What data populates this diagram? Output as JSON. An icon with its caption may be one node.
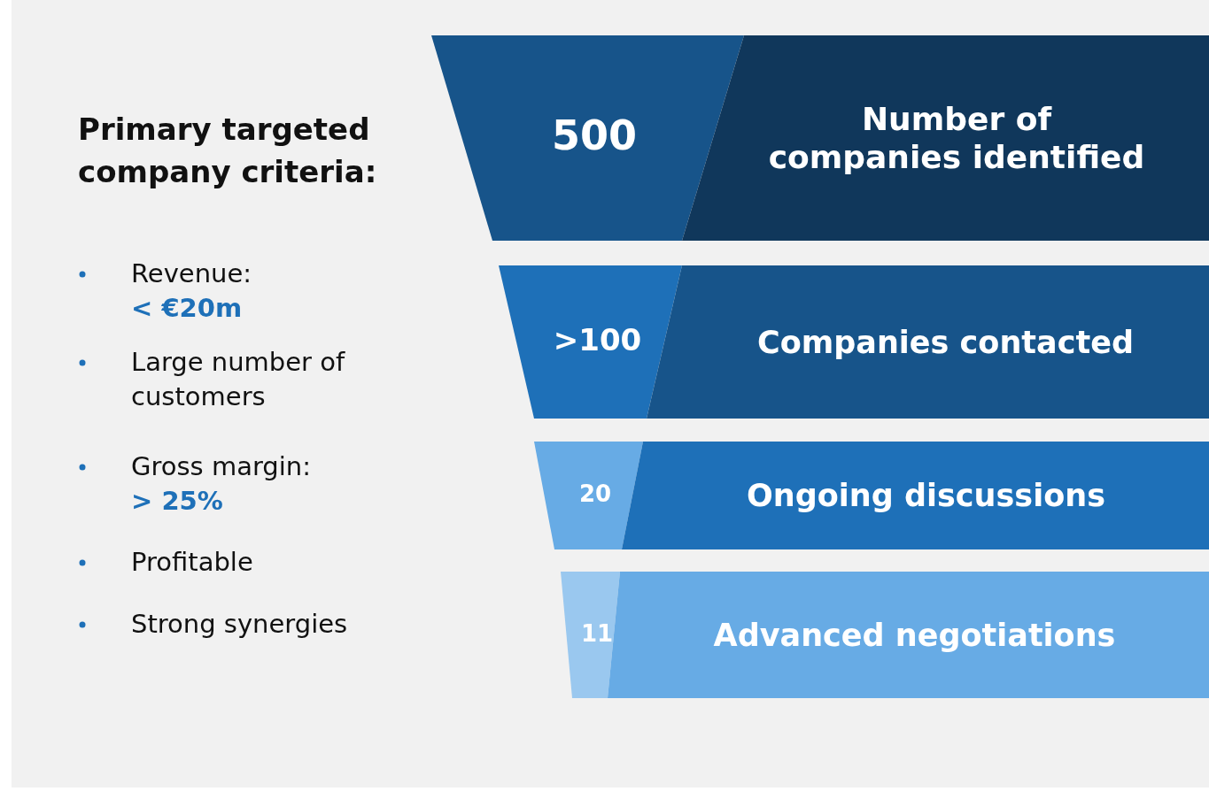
{
  "diagram": {
    "title": "Primary targeted company criteria:",
    "nodes": [
      {
        "text": [
          "500",
          "Number of companies identified"
        ]
      },
      {
        "text": [
          ">100",
          "Companies contacted"
        ]
      },
      {
        "text": [
          "20",
          "Ongoing discussions"
        ]
      },
      {
        "text": [
          "11",
          "Advanced negotiations"
        ]
      }
    ],
    "edges": [],
    "labels": [
      "Revenue: **< €20m**",
      "Large number of customers",
      "Gross margin: **> 25%**",
      "Profitable",
      "Strong synergies"
    ]
  }
}
